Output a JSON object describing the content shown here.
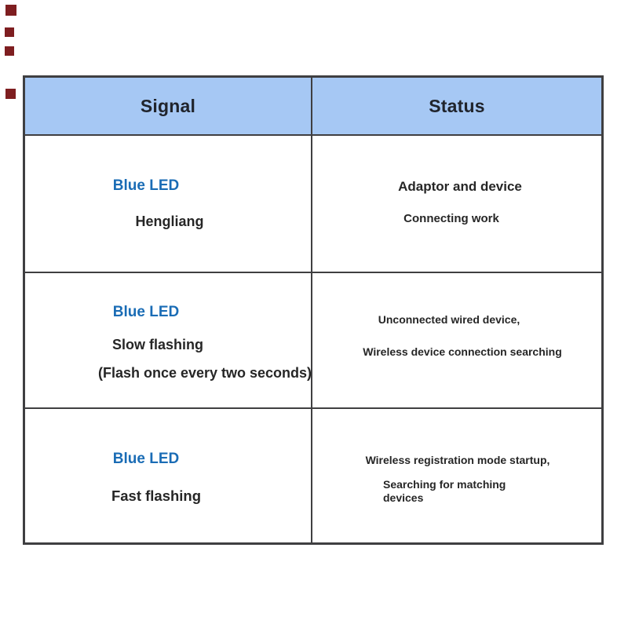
{
  "colors": {
    "bg": "#ffffff",
    "border": "#3f3f41",
    "header-bg": "#a6c8f4",
    "header-text": "#20242c",
    "led": "#1a6cb5",
    "text": "#262626",
    "marker": "#7e1e20"
  },
  "markers": {
    "count": 4,
    "description": "small dark red artifact squares in top-left margin"
  },
  "table": {
    "header": {
      "signal": "Signal",
      "status": "Status"
    },
    "rows": [
      {
        "signal_led": "Blue LED",
        "signal_line1": "Hengliang",
        "status_line1": "Adaptor and device",
        "status_line2": "Connecting work"
      },
      {
        "signal_led": "Blue LED",
        "signal_line1": "Slow flashing",
        "signal_line2": "(Flash once every two seconds)",
        "status_line1": "Unconnected wired device,",
        "status_line2": "Wireless device connection searching"
      },
      {
        "signal_led": "Blue LED",
        "signal_line1": "Fast flashing",
        "status_line1": "Wireless registration mode startup,",
        "status_line2": "Searching for matching",
        "status_line3": "devices"
      }
    ]
  }
}
